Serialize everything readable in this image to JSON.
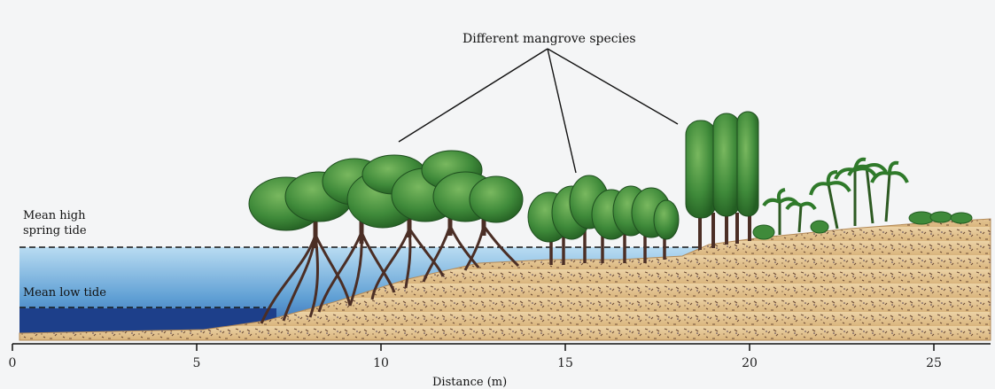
{
  "labels": {
    "species": "Different mangrove species",
    "high_tide_line1": "Mean high",
    "high_tide_line2": "spring tide",
    "low_tide": "Mean low tide",
    "x_axis": "Distance (m)"
  },
  "x_ticks": [
    "0",
    "5",
    "10",
    "15",
    "20",
    "25"
  ],
  "colors": {
    "water_shallow": "#8fc3e6",
    "water_deep": "#1b3f8c",
    "sand": "#e6c89a",
    "foliage": "#3f8a3a",
    "foliage_dark": "#235e22",
    "trunk": "#5a3a2a"
  }
}
